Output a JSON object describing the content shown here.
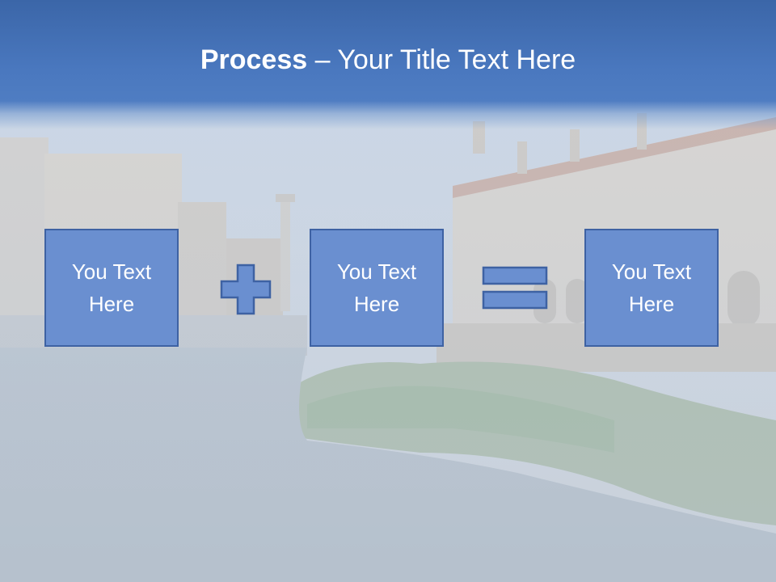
{
  "slide": {
    "title_bold": "Process",
    "title_rest": " – Your Title Text Here"
  },
  "process": {
    "box1": "You Text Here",
    "box2": "You Text Here",
    "box3": "You Text Here",
    "operator1": "plus-icon",
    "operator2": "equals-icon"
  },
  "colors": {
    "header": "#4a78bf",
    "box_fill": "#6a8fd0",
    "box_border": "#3e62a3"
  }
}
